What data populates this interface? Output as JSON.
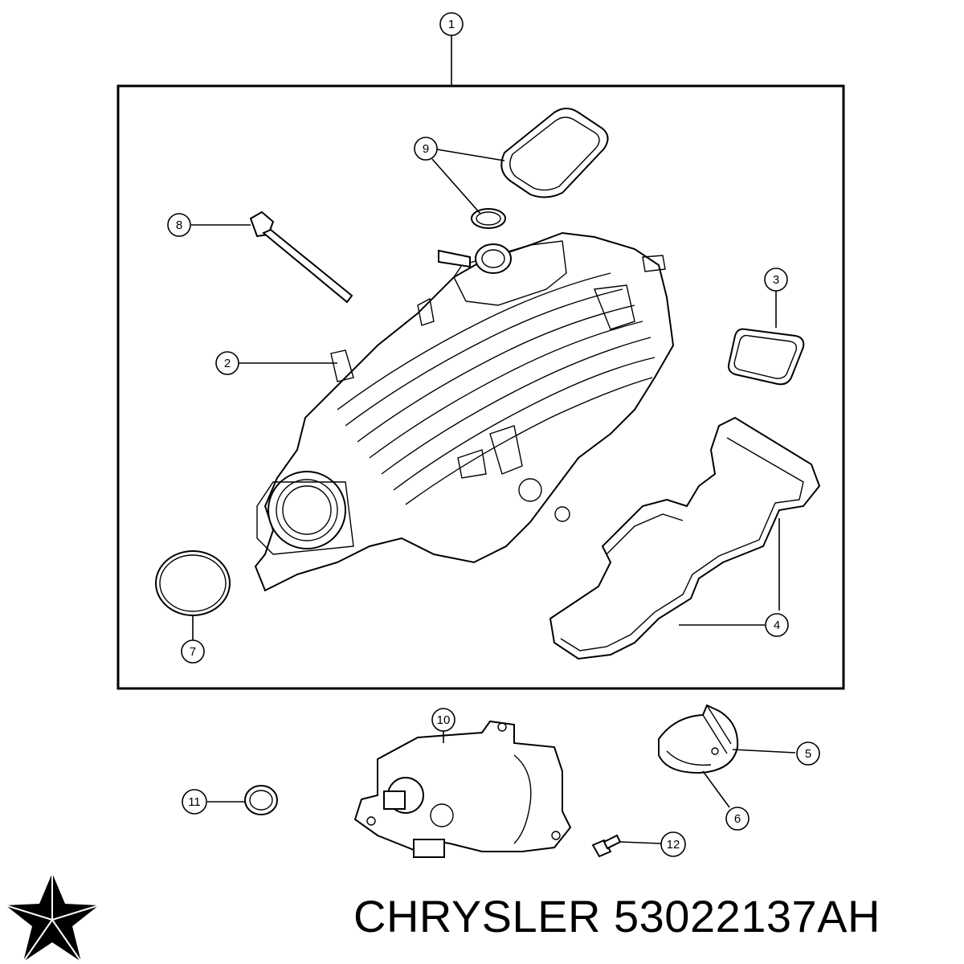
{
  "caption": {
    "brand": "CHRYSLER",
    "part_number": "53022137AH"
  },
  "callouts": [
    {
      "id": "c1",
      "label": "1"
    },
    {
      "id": "c2",
      "label": "2"
    },
    {
      "id": "c3",
      "label": "3"
    },
    {
      "id": "c4",
      "label": "4"
    },
    {
      "id": "c5",
      "label": "5"
    },
    {
      "id": "c6",
      "label": "6"
    },
    {
      "id": "c7",
      "label": "7"
    },
    {
      "id": "c8",
      "label": "8"
    },
    {
      "id": "c9",
      "label": "9"
    },
    {
      "id": "c10",
      "label": "10"
    },
    {
      "id": "c11",
      "label": "11"
    },
    {
      "id": "c12",
      "label": "12"
    }
  ],
  "icons": {
    "logo": "chrysler-pentastar-logo"
  }
}
